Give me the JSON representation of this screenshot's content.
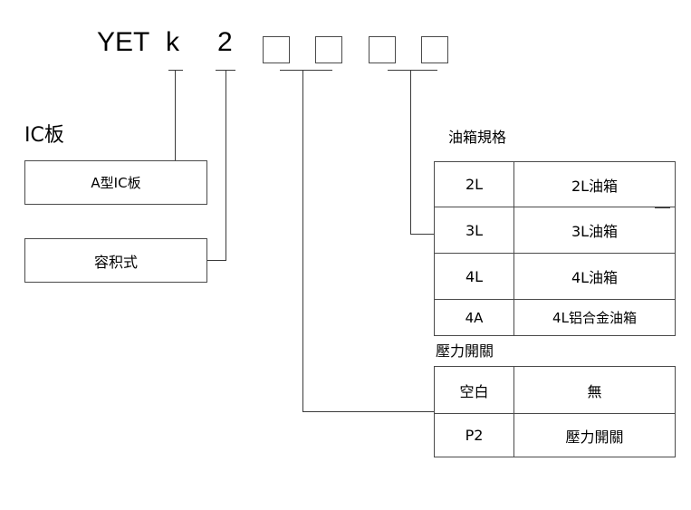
{
  "model_code": {
    "prefix": "YET",
    "char1": "k",
    "char2": "2"
  },
  "ic_board": {
    "title": "IC板",
    "option": "A型IC板"
  },
  "volume_type": {
    "option": "容积式"
  },
  "oil_tank": {
    "title": "油箱規格",
    "rows": [
      {
        "code": "2L",
        "desc": "2L油箱"
      },
      {
        "code": "3L",
        "desc": "3L油箱"
      },
      {
        "code": "4L",
        "desc": "4L油箱"
      },
      {
        "code": "4A",
        "desc": "4L铝合金油箱"
      }
    ]
  },
  "pressure_switch": {
    "title": "壓力開關",
    "rows": [
      {
        "code": "空白",
        "desc": "無"
      },
      {
        "code": "P2",
        "desc": "壓力開關"
      }
    ]
  }
}
